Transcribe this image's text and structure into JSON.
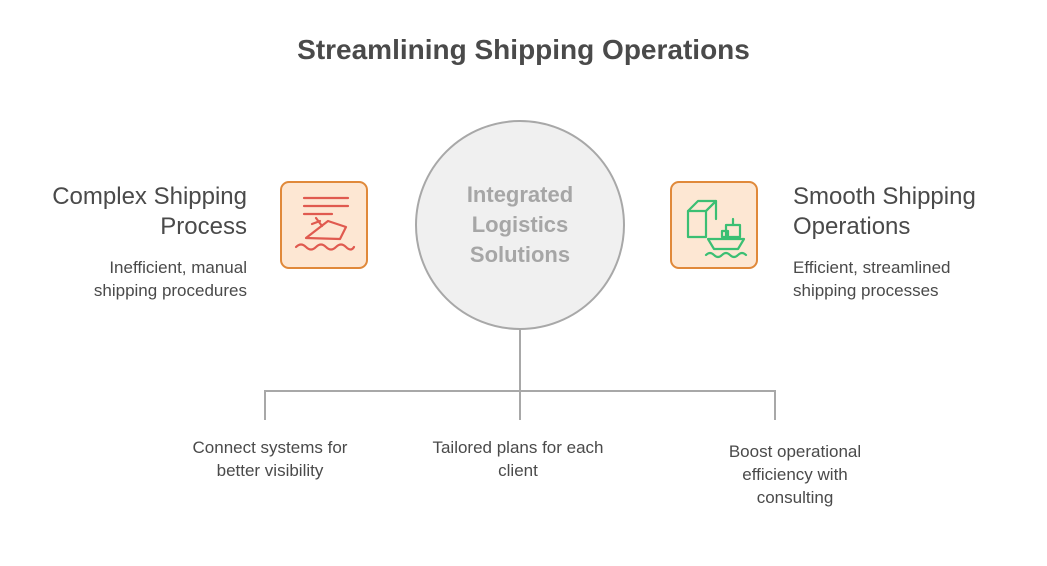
{
  "title": "Streamlining Shipping Operations",
  "left": {
    "heading_line1": "Complex Shipping",
    "heading_line2": "Process",
    "desc_line1": "Inefficient, manual",
    "desc_line2": "shipping procedures",
    "icon": "sinking-ship-icon",
    "accent": "#e0893a",
    "fill": "#fde7d3",
    "icon_color": "#e05a4f"
  },
  "center": {
    "line1": "Integrated",
    "line2": "Logistics",
    "line3": "Solutions"
  },
  "right": {
    "heading_line1": "Smooth Shipping",
    "heading_line2": "Operations",
    "desc_line1": "Efficient, streamlined",
    "desc_line2": "shipping processes",
    "icon": "cargo-ship-icon",
    "icon_color": "#3bbf73"
  },
  "branches": [
    {
      "line1": "Connect systems for",
      "line2": "better visibility"
    },
    {
      "line1": "Tailored plans for each",
      "line2": "client"
    },
    {
      "line1": "Boost operational",
      "line2": "efficiency with",
      "line3": "consulting"
    }
  ]
}
